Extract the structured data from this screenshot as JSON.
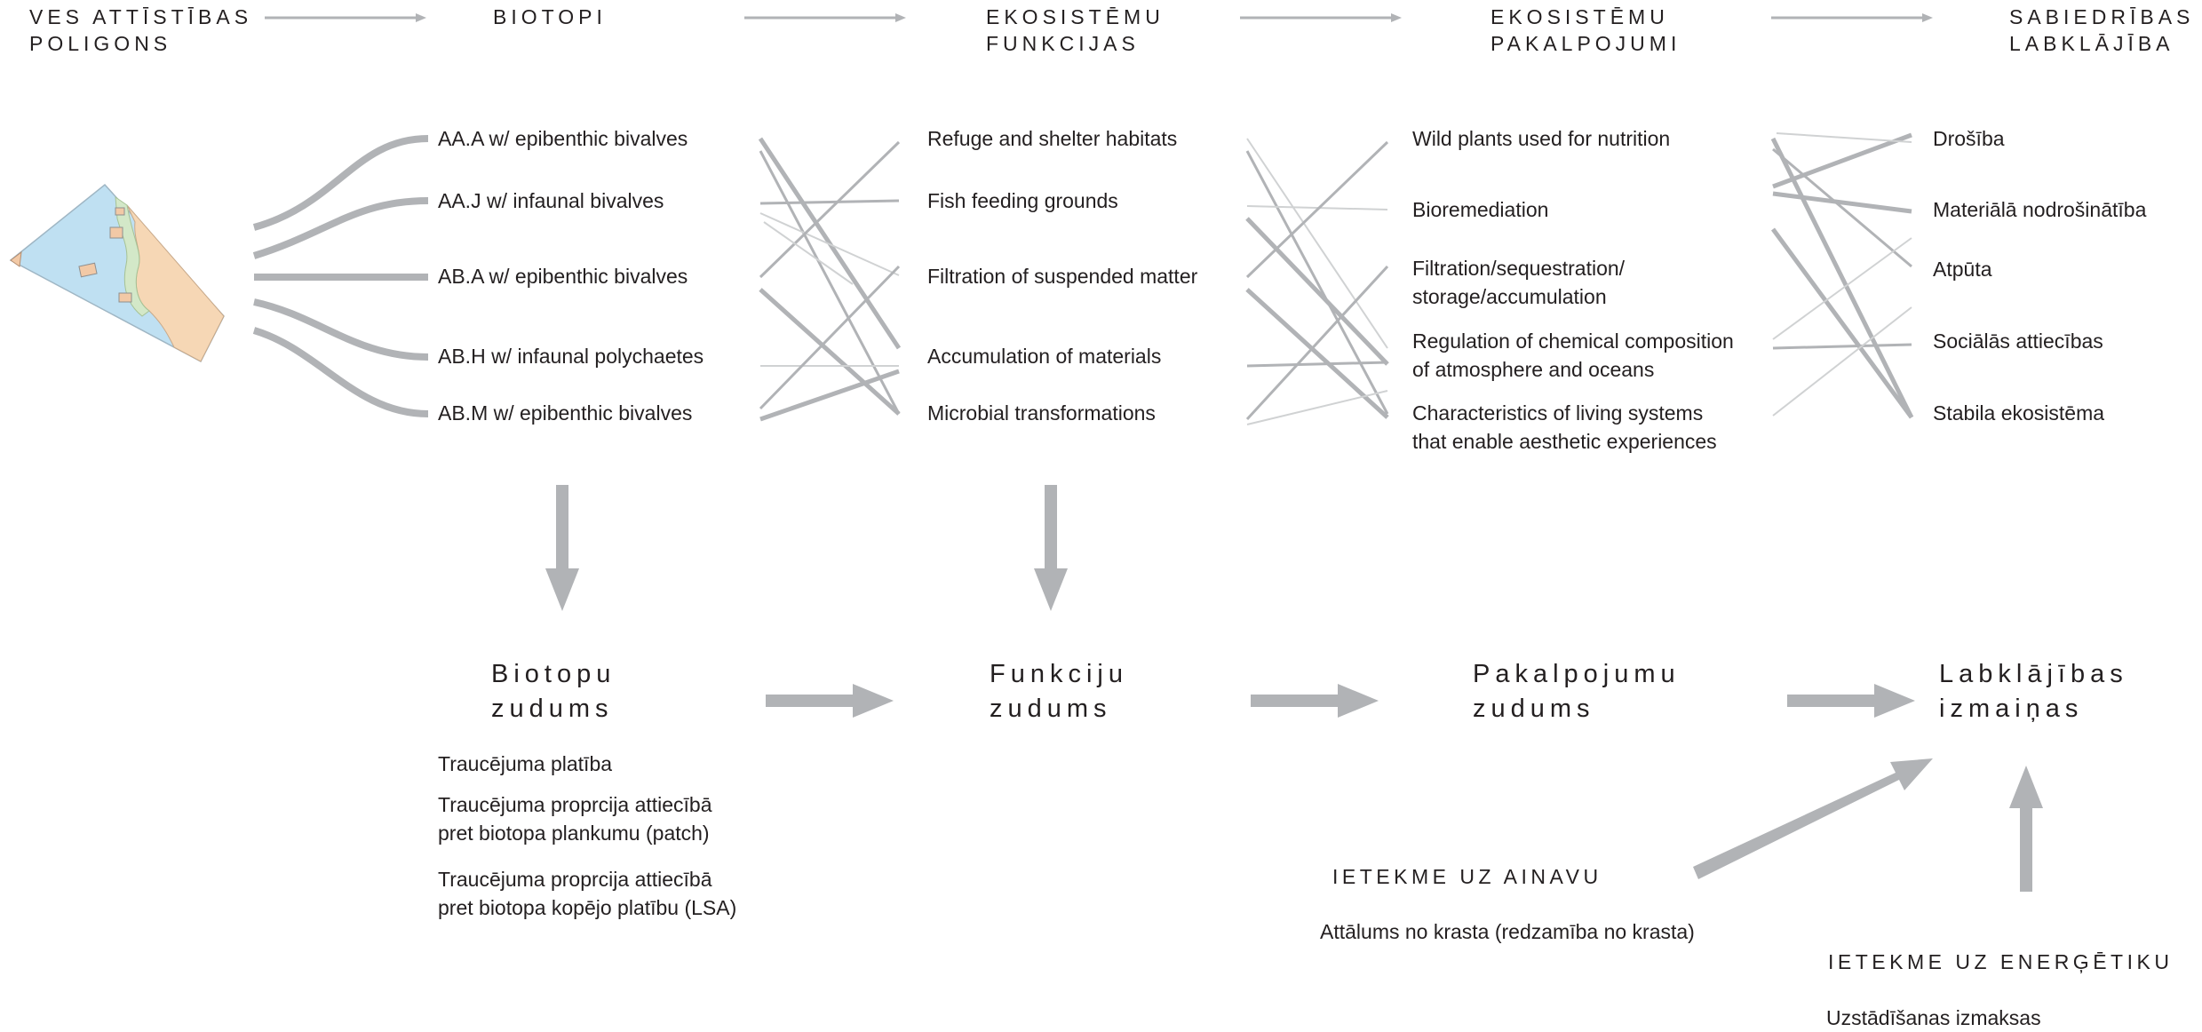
{
  "headers": {
    "polygon": [
      "VES ATTĪSTĪBAS",
      "POLIGONS"
    ],
    "biotopes": [
      "BIOTOPI"
    ],
    "functions": [
      "EKOSISTĒMU",
      "FUNKCIJAS"
    ],
    "services": [
      "EKOSISTĒMU",
      "PAKALPOJUMI"
    ],
    "welfare": [
      "SABIEDRĪBAS",
      "LABKLĀJĪBA"
    ]
  },
  "biotopes": [
    "AA.A w/ epibenthic bivalves",
    "AA.J w/ infaunal bivalves",
    "AB.A w/ epibenthic bivalves",
    "AB.H w/ infaunal polychaetes",
    "AB.M w/ epibenthic bivalves"
  ],
  "functions": [
    "Refuge and shelter habitats",
    "Fish feeding grounds",
    "Filtration of suspended matter",
    "Accumulation of materials",
    "Microbial transformations"
  ],
  "services": [
    [
      "Wild plants used for nutrition"
    ],
    [
      "Bioremediation"
    ],
    [
      "Filtration/sequestration/",
      "storage/accumulation"
    ],
    [
      "Regulation of chemical composition",
      " of atmosphere and oceans"
    ],
    [
      "Characteristics of living systems",
      "that enable aesthetic experiences"
    ]
  ],
  "welfare": [
    "Drošība",
    "Materiālā nodrošinātība",
    "Atpūta",
    "Sociālās attiecības",
    "Stabila ekosistēma"
  ],
  "losses": {
    "biotope": [
      "Biotopu",
      "zudums"
    ],
    "function": [
      "Funkciju",
      "zudums"
    ],
    "service": [
      "Pakalpojumu",
      "zudums"
    ],
    "welfare": [
      "Labklājības",
      "izmaiņas"
    ]
  },
  "biotope_loss_notes": [
    [
      "Traucējuma platība"
    ],
    [
      "Traucējuma proprcija attiecībā",
      "pret biotopa plankumu (patch)"
    ],
    [
      "Traucējuma proprcija attiecībā",
      "pret biotopa kopējo platību (LSA)"
    ]
  ],
  "landscape": {
    "title": "IETEKME UZ AINAVU",
    "note": "Attālums no krasta (redzamība no krasta)"
  },
  "energy": {
    "title": "IETEKME UZ ENERĢĒTIKU",
    "note": "Uzstādīšanas izmaksas"
  },
  "colors": {
    "arrow": "#b1b3b6",
    "link_light": "#d0d2d3",
    "text": "#231f20",
    "map_water": "#bfe0f2",
    "map_land": "#f6d7b5",
    "map_green": "#d3e8c8"
  }
}
